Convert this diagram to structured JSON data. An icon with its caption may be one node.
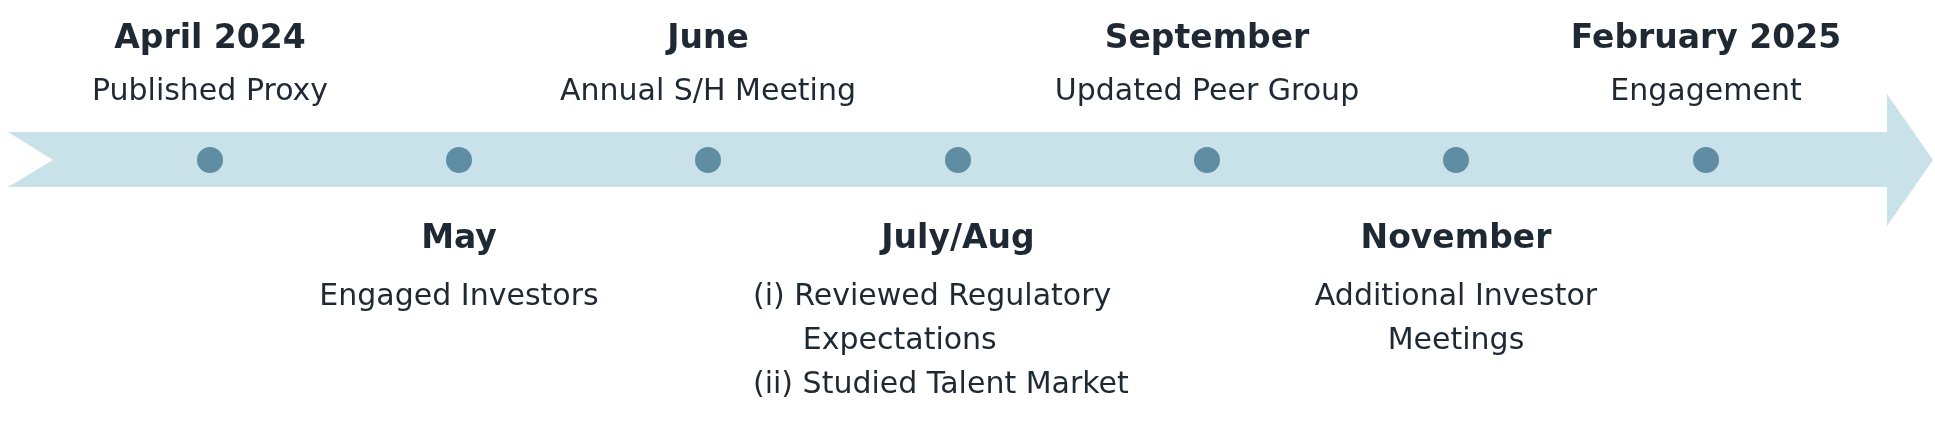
{
  "diagram": {
    "nodes": [
      {
        "text": [],
        "shape": "circle",
        "beside": [
          "April 2024",
          "Published Proxy"
        ]
      },
      {
        "text": [],
        "shape": "circle",
        "beside": [
          "May",
          "Engaged Investors"
        ]
      },
      {
        "text": [],
        "shape": "circle",
        "beside": [
          "June",
          "Annual S/H Meeting"
        ]
      },
      {
        "text": [],
        "shape": "circle",
        "beside": [
          "July/Aug",
          "(i) Reviewed Regulatory Expectations",
          "(ii) Studied Talent Market"
        ]
      },
      {
        "text": [],
        "shape": "circle",
        "beside": [
          "September",
          "Updated Peer Group"
        ]
      },
      {
        "text": [],
        "shape": "circle",
        "beside": [
          "November",
          "Additional Investor Meetings"
        ]
      },
      {
        "text": [],
        "shape": "circle",
        "beside": [
          "February 2025",
          "Engagement"
        ]
      }
    ]
  }
}
